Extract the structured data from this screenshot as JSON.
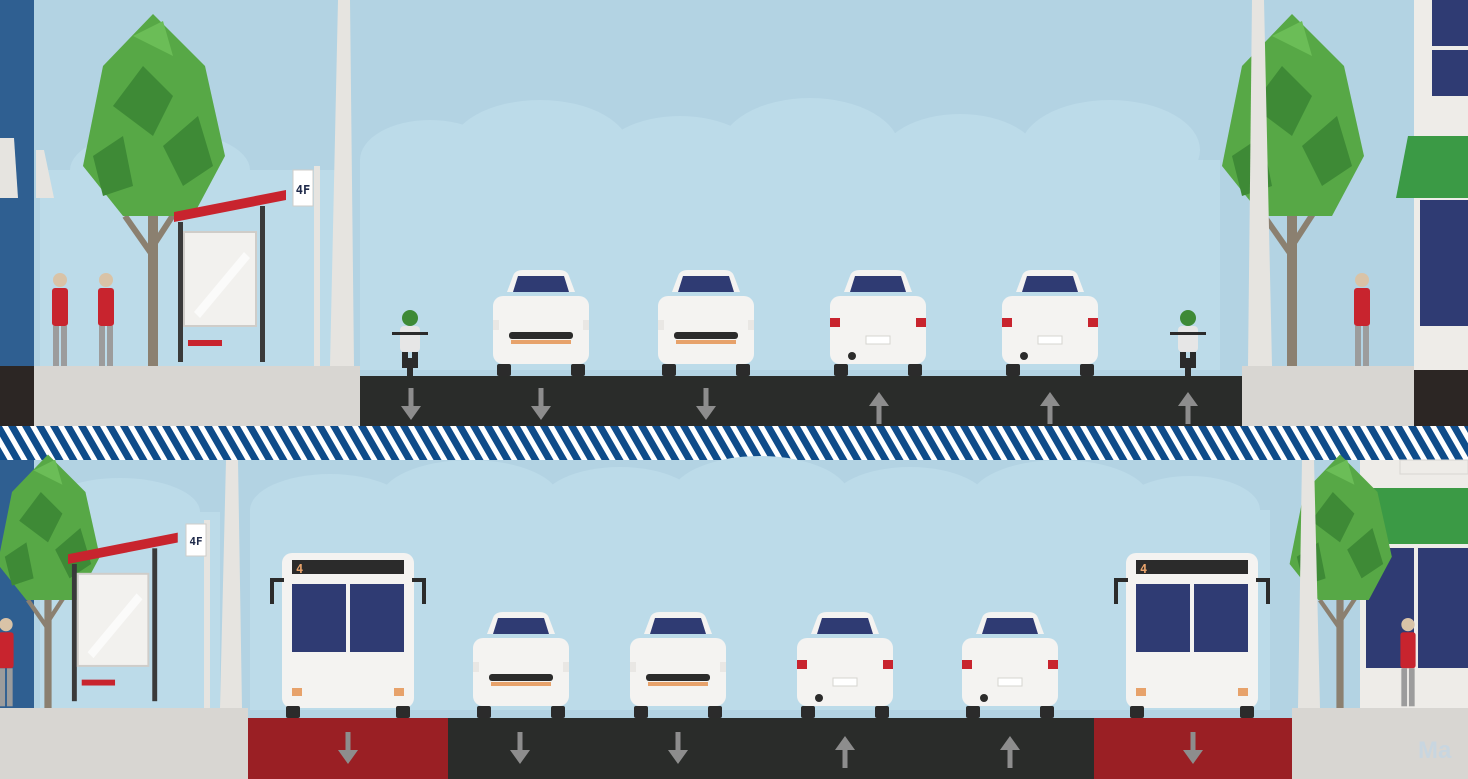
{
  "colors": {
    "sky": "#b3d3e3",
    "cloud": "#bcdbe9",
    "asphalt": "#2a2c2a",
    "bus_lane": "#9a1f24",
    "sidewalk": "#d8d6d2",
    "divider_dark": "#0f4c8a",
    "divider_light": "#ffffff",
    "tree_green": "#57a846",
    "tree_dark": "#3e8a36",
    "trunk": "#8b8070",
    "shelter_red": "#c8242e",
    "building_blue": "#2f5f91",
    "awning_green": "#3b9a45",
    "car_body": "#f4f3f1",
    "car_glass": "#2f3b73"
  },
  "top_panel": {
    "bus_stop_sign": "4F",
    "lane_arrows": [
      "down",
      "down",
      "down",
      "up",
      "up",
      "up"
    ]
  },
  "bottom_panel": {
    "bus_stop_sign": "4F",
    "bus_route_left": "4",
    "bus_route_right": "4",
    "lane_arrows": [
      "down",
      "down",
      "down",
      "up",
      "up",
      "down"
    ]
  },
  "watermark": "Ma"
}
